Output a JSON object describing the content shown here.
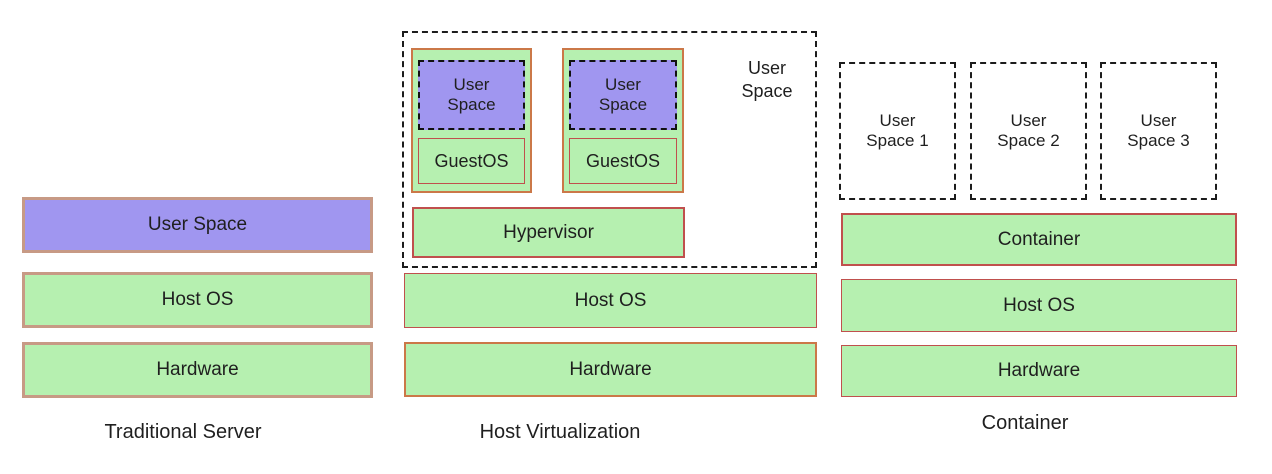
{
  "diagram": {
    "traditional": {
      "label": "Traditional Server",
      "user_space": "User Space",
      "host_os": "Host OS",
      "hardware": "Hardware"
    },
    "virtualization": {
      "label": "Host Virtualization",
      "outer_user_space_label": "User Space",
      "vm1": {
        "user_space": "User Space",
        "guest_os": "GuestOS"
      },
      "vm2": {
        "user_space": "User Space",
        "guest_os": "GuestOS"
      },
      "hypervisor": "Hypervisor",
      "host_os": "Host OS",
      "hardware": "Hardware"
    },
    "container": {
      "label": "Container",
      "user_space_1": "User Space 1",
      "user_space_2": "User Space 2",
      "user_space_3": "User Space 3",
      "container": "Container",
      "host_os": "Host OS",
      "hardware": "Hardware"
    }
  },
  "colors": {
    "background": "#ffffff",
    "green_fill": "#b6f0b0",
    "purple_fill": "#a096f0",
    "tan_border": "#c79a85",
    "orange_border": "#cb7848",
    "red_border": "#c0504d",
    "dashed_black": "#1c1c1c",
    "text": "#1f1f1f"
  }
}
